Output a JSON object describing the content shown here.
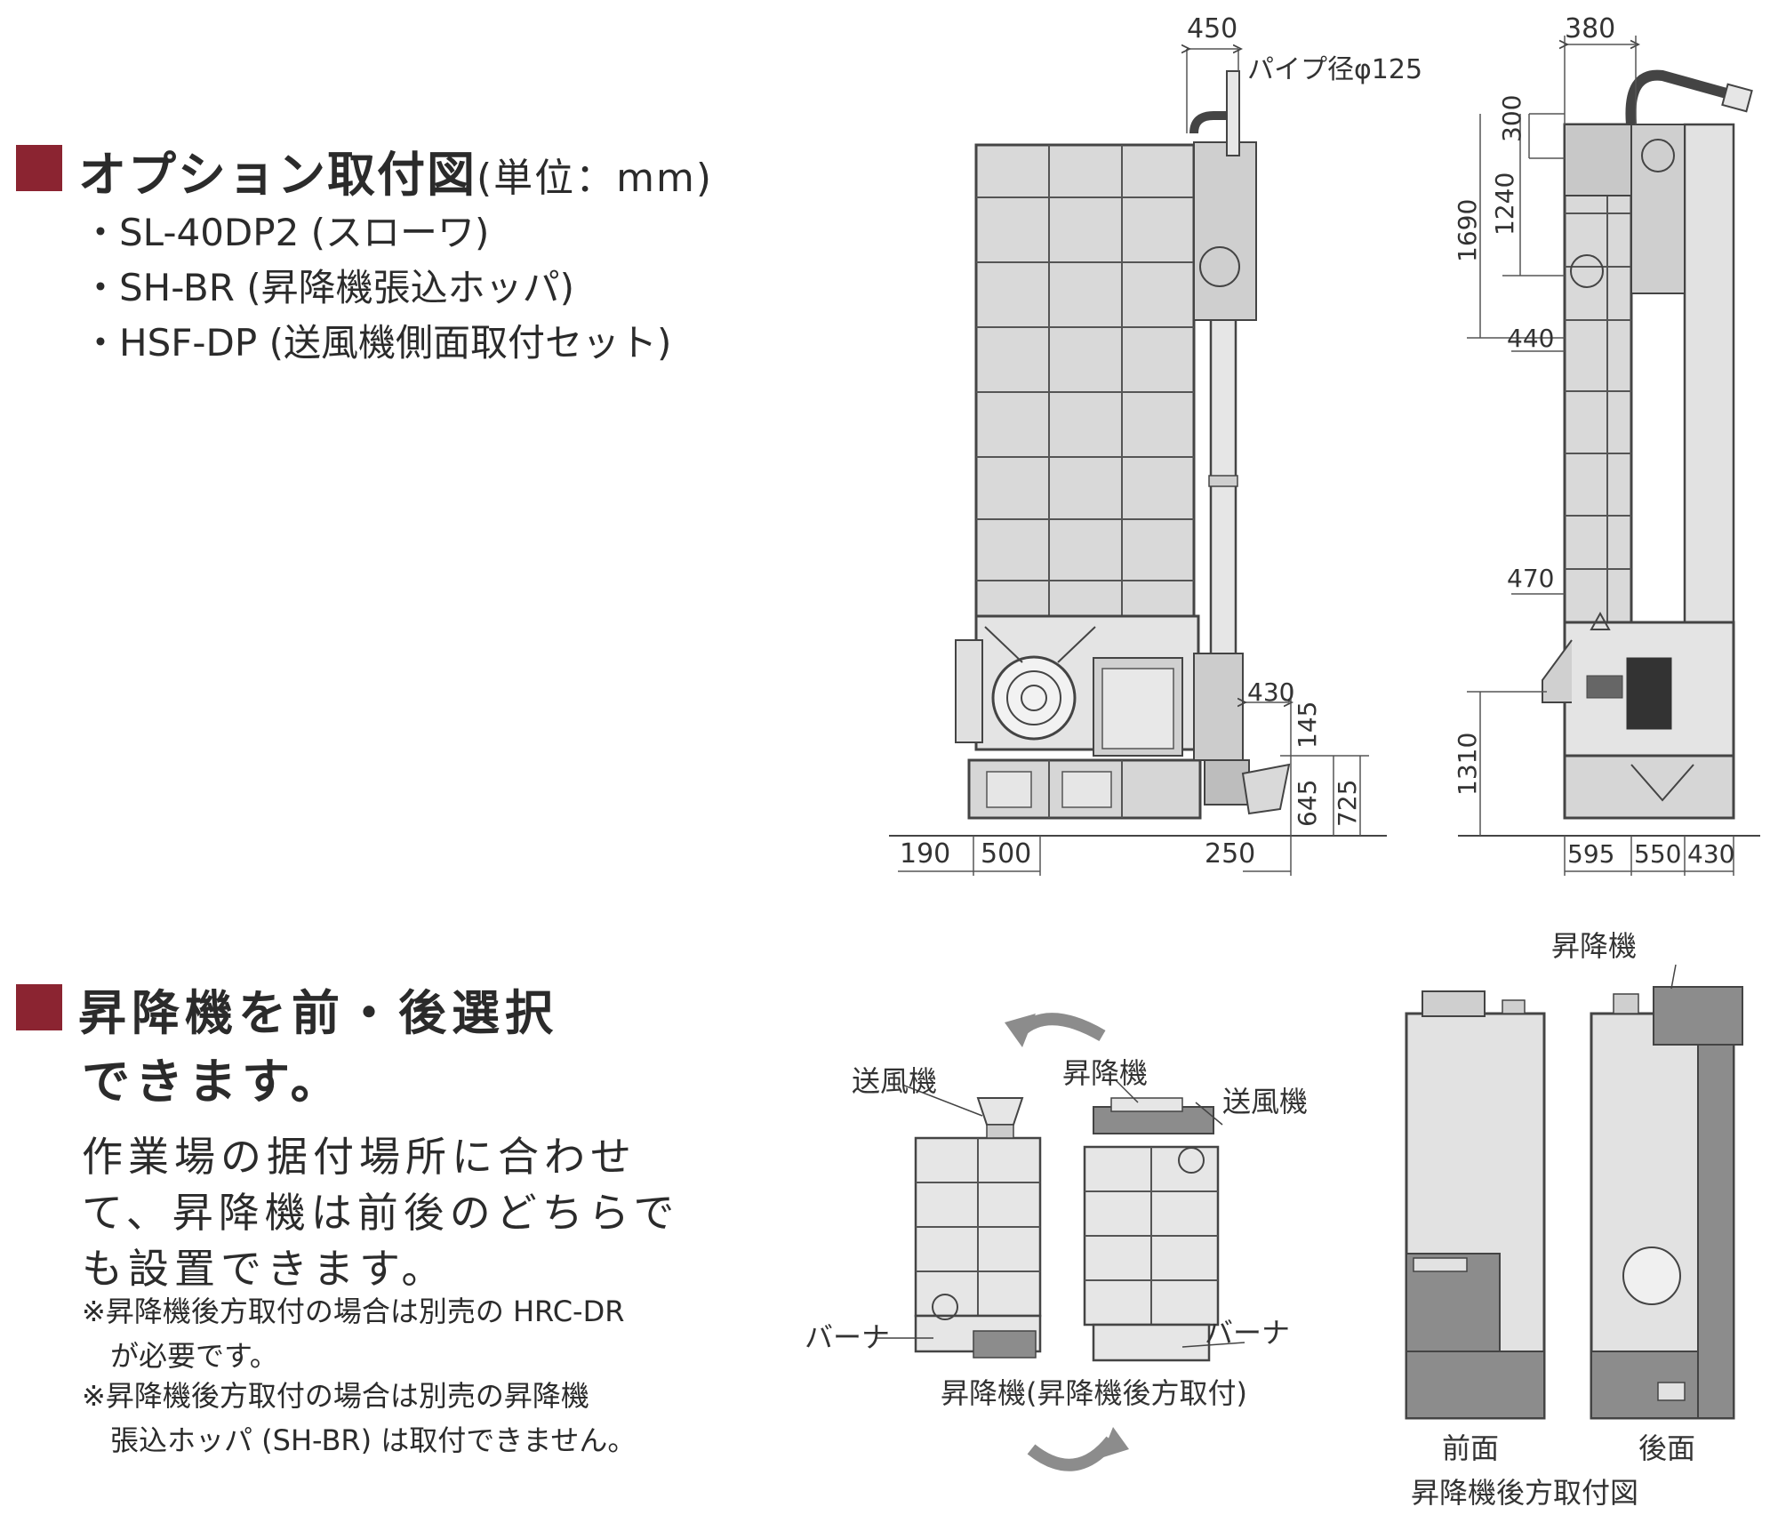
{
  "colors": {
    "accent": "#8b2431",
    "line": "#444444",
    "panel": "#d9d9d9",
    "dark_panel": "#8c8c8c"
  },
  "option": {
    "title": "オプション取付図",
    "unit": "(単位：mm)",
    "items": [
      "・SL-40DP2 (スローワ)",
      "・SH-BR (昇降機張込ホッパ)",
      "・HSF-DP (送風機側面取付セット)"
    ]
  },
  "drawing": {
    "pipe_label": "パイプ径φ125",
    "dims_front": [
      "450",
      "430",
      "145",
      "645",
      "725",
      "190",
      "500",
      "250"
    ],
    "dims_side": [
      "380",
      "300",
      "1240",
      "1690",
      "440",
      "470",
      "1310",
      "595",
      "550",
      "430"
    ]
  },
  "elevator": {
    "title_line1": "昇降機を前・後選択",
    "title_line2": "できます。",
    "body": [
      "作業場の据付場所に合わせ",
      "て、昇降機は前後のどちらで",
      "も設置できます。"
    ],
    "notes": [
      "※昇降機後方取付の場合は別売の HRC-DR",
      "　が必要です。",
      "※昇降機後方取付の場合は別売の昇降機",
      "　張込ホッパ (SH-BR) は取付できません。"
    ],
    "labels": {
      "blower_left": "送風機",
      "elevator_top": "昇降機",
      "blower_right": "送風機",
      "burner_left": "バーナ",
      "burner_right": "バーナ",
      "bottom_caption": "昇降機(昇降機後方取付)",
      "elevator_right": "昇降機",
      "front": "前面",
      "rear": "後面",
      "rear_caption": "昇降機後方取付図"
    }
  }
}
